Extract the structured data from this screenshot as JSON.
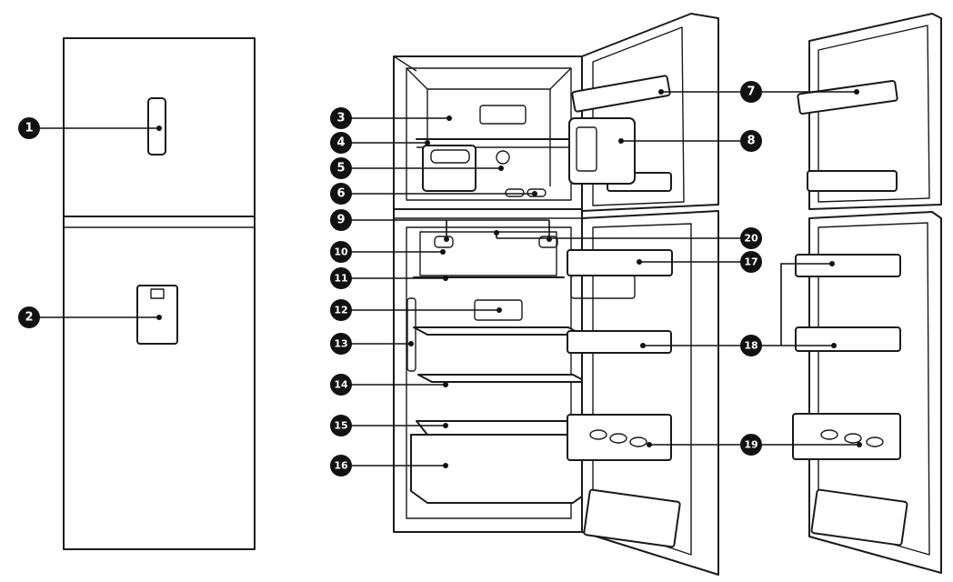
{
  "callouts": [
    {
      "id": "c1",
      "text": "1"
    },
    {
      "id": "c2",
      "text": "2"
    },
    {
      "id": "c3",
      "text": "3"
    },
    {
      "id": "c4",
      "text": "4"
    },
    {
      "id": "c5",
      "text": "5"
    },
    {
      "id": "c6",
      "text": "6"
    },
    {
      "id": "c7",
      "text": "7"
    },
    {
      "id": "c8",
      "text": "8"
    },
    {
      "id": "c9",
      "text": "9"
    },
    {
      "id": "c10",
      "text": "10"
    },
    {
      "id": "c11",
      "text": "11"
    },
    {
      "id": "c12",
      "text": "12"
    },
    {
      "id": "c13",
      "text": "13"
    },
    {
      "id": "c14",
      "text": "14"
    },
    {
      "id": "c15",
      "text": "15"
    },
    {
      "id": "c16",
      "text": "16"
    },
    {
      "id": "c17",
      "text": "17"
    },
    {
      "id": "c18",
      "text": "18"
    },
    {
      "id": "c19",
      "text": "19"
    },
    {
      "id": "c20",
      "text": "20"
    }
  ],
  "colors": {
    "ink": "#111111",
    "paper": "#ffffff",
    "tint": "#f2f2f2"
  }
}
